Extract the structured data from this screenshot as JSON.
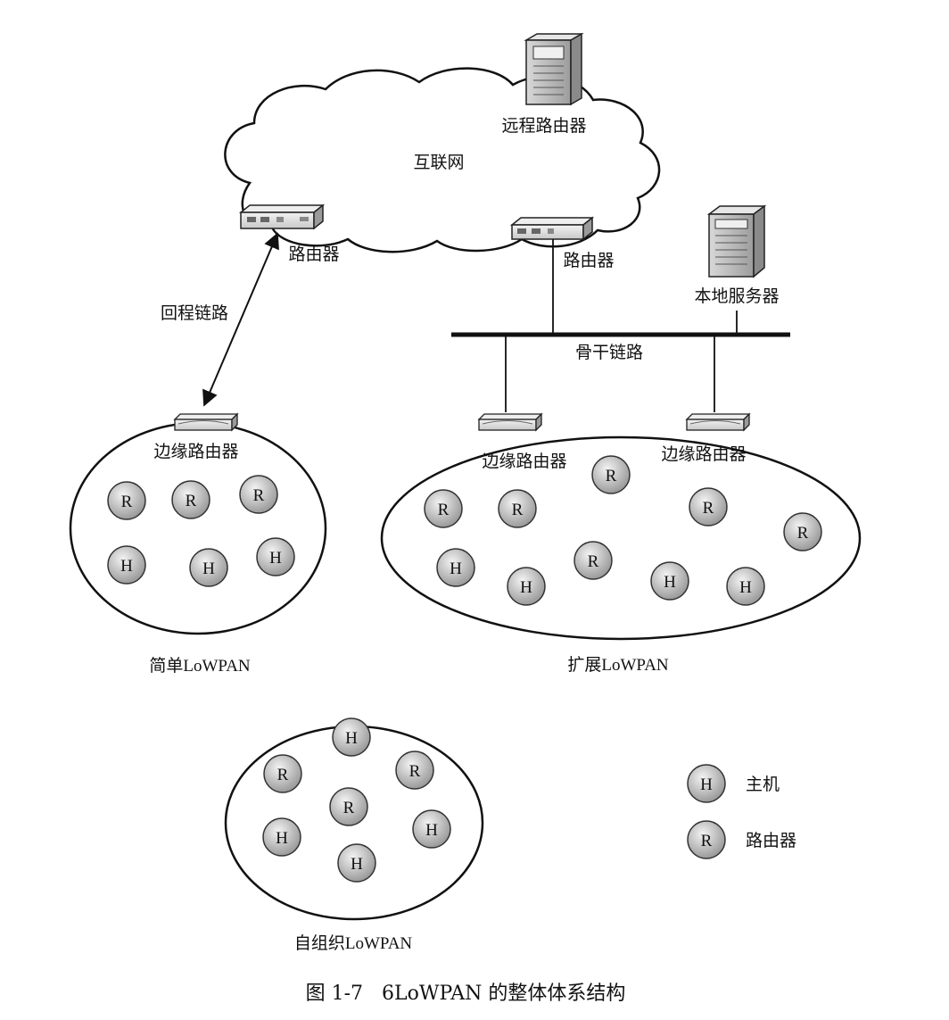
{
  "labels": {
    "internet": "互联网",
    "remote_router": "远程路由器",
    "router_left": "路由器",
    "router_right": "路由器",
    "local_server": "本地服务器",
    "backhaul_link": "回程链路",
    "backbone_link": "骨干链路",
    "edge_router_simple": "边缘路由器",
    "edge_router_ext_1": "边缘路由器",
    "edge_router_ext_2": "边缘路由器",
    "simple_lowpan": "简单LoWPAN",
    "extended_lowpan": "扩展LoWPAN",
    "adhoc_lowpan": "自组织LoWPAN"
  },
  "nodes": {
    "host": "H",
    "router": "R"
  },
  "legend": {
    "host_label": "主机",
    "router_label": "路由器"
  },
  "caption": "图 1-7   6LoWPAN 的整体体系结构"
}
